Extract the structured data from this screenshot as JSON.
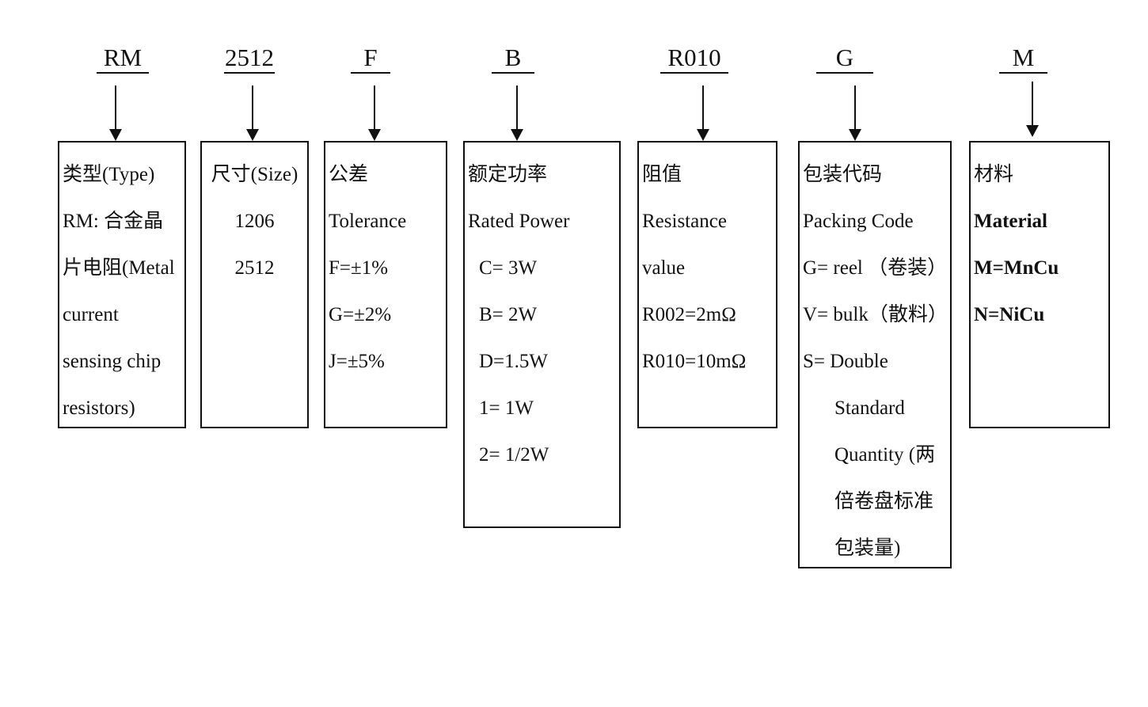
{
  "codes": [
    "RM",
    "2512",
    "F",
    "B",
    "R010",
    "G",
    "M"
  ],
  "boxes": [
    {
      "lines": [
        "类型(Type)",
        "RM:  合金晶",
        "片电阻(Metal",
        "current",
        "sensing chip",
        "resistors)"
      ]
    },
    {
      "lines": [
        "尺寸(Size)",
        "1206",
        "2512"
      ]
    },
    {
      "lines": [
        "公差",
        "Tolerance",
        "F=±1%",
        "G=±2%",
        "J=±5%"
      ]
    },
    {
      "lines": [
        "额定功率",
        "Rated Power",
        "C= 3W",
        "B= 2W",
        "D=1.5W",
        "1= 1W",
        "2= 1/2W"
      ]
    },
    {
      "lines": [
        "阻值",
        "Resistance",
        "value",
        "R002=2mΩ",
        "R010=10mΩ"
      ]
    },
    {
      "lines": [
        "包装代码",
        "Packing Code",
        "G= reel （卷装）",
        "V= bulk（散料）",
        "S= Double",
        "Standard",
        "Quantity (两",
        "倍卷盘标准",
        "包装量)"
      ]
    },
    {
      "lines": [
        "材料",
        "Material",
        "M=MnCu",
        "N=NiCu"
      ]
    }
  ]
}
